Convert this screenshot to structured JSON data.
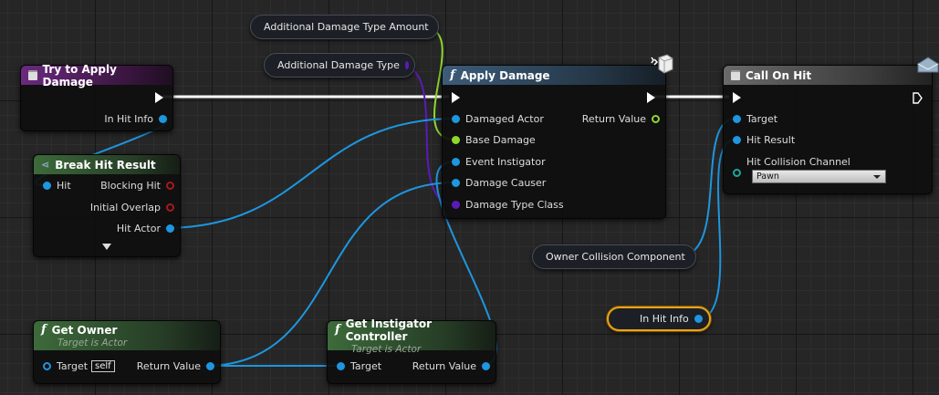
{
  "variables": {
    "additional_damage_type_amount": "Additional Damage Type Amount",
    "additional_damage_type": "Additional Damage Type",
    "owner_collision_component": "Owner Collision Component",
    "in_hit_info": "In Hit Info"
  },
  "try_apply_damage": {
    "title": "Try to Apply Damage",
    "pin_in_hit_info": "In Hit Info"
  },
  "break_hit_result": {
    "title": "Break Hit Result",
    "pin_hit": "Hit",
    "pin_blocking_hit": "Blocking Hit",
    "pin_initial_overlap": "Initial Overlap",
    "pin_hit_actor": "Hit Actor"
  },
  "apply_damage": {
    "title": "Apply Damage",
    "pin_damaged_actor": "Damaged Actor",
    "pin_base_damage": "Base Damage",
    "pin_event_instigator": "Event Instigator",
    "pin_damage_causer": "Damage Causer",
    "pin_damage_type_class": "Damage Type Class",
    "pin_return_value": "Return Value"
  },
  "call_on_hit": {
    "title": "Call On Hit",
    "pin_target": "Target",
    "pin_hit_result": "Hit Result",
    "pin_hit_collision_channel": "Hit Collision Channel",
    "channel_value": "Pawn"
  },
  "get_owner": {
    "title": "Get Owner",
    "subtitle": "Target is Actor",
    "pin_target": "Target",
    "self_label": "self",
    "pin_return_value": "Return Value"
  },
  "get_instigator_controller": {
    "title": "Get Instigator Controller",
    "subtitle": "Target is Actor",
    "pin_target": "Target",
    "pin_return_value": "Return Value"
  },
  "colors": {
    "exec": "#ffffff",
    "object": "#1e96e0",
    "float": "#8ed82e",
    "class": "#5c1ab8",
    "bool": "#a51a1a",
    "selection": "#e8a319"
  },
  "icons": [
    "function-icon",
    "event-icon",
    "struct-icon",
    "network-icon",
    "envelope-icon",
    "dropdown-arrow-icon"
  ]
}
